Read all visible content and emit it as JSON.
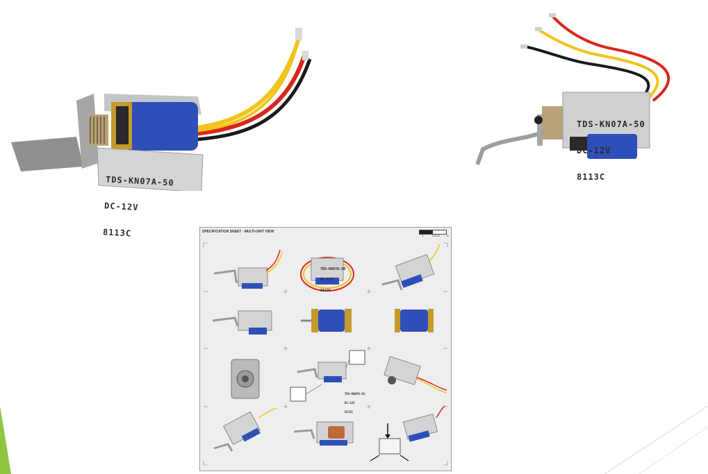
{
  "photos": {
    "left": {
      "label_lines": [
        "TDS-KN07A-50",
        "DC-12V",
        "8113C"
      ]
    },
    "right": {
      "label_lines": [
        "TDS-KN07A-50",
        "DC-12V",
        "8113C"
      ]
    }
  },
  "sheet": {
    "title": "SPECIFICATION SHEET - MULTI-UNIT VIEW",
    "scale_label": "SCALE",
    "scale_min": "0",
    "scale_max": "10",
    "callout_lines": [
      "TDS-KN07A-50",
      "DC-12V",
      "8113C"
    ],
    "unit_label_lines": [
      "TDS-KN07A-50",
      "DC-12V",
      "8113C"
    ]
  },
  "colors": {
    "coil_blue": "#2f4fb8",
    "metal": "#c9cacb",
    "wire_red": "#d8261c",
    "wire_yellow": "#f0c419",
    "wire_black": "#1a1a1a",
    "accent_green": "#8dc63f"
  }
}
